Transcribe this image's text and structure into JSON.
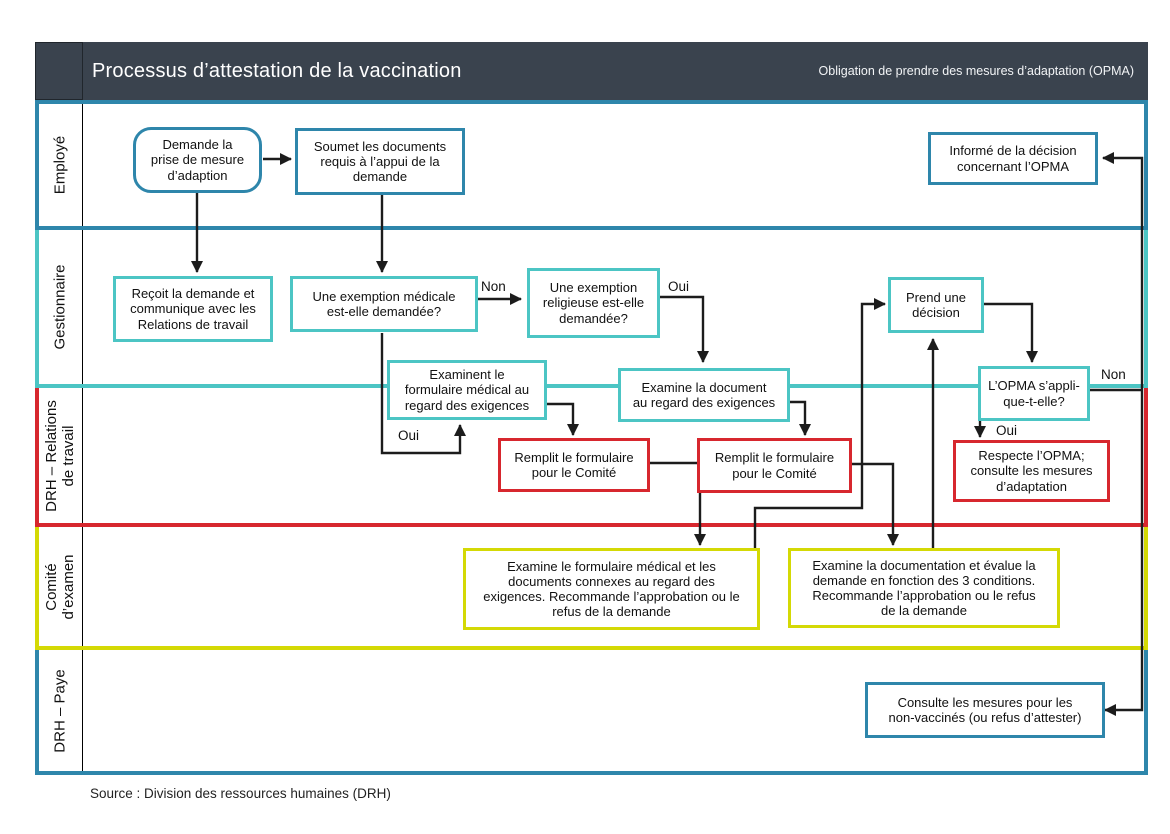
{
  "header": {
    "title": "Processus d’attestation de la vaccination",
    "subtitle": "Obligation de prendre des mesures d’adaptation (OPMA)"
  },
  "lanes": [
    {
      "id": "employe",
      "label": "Employé"
    },
    {
      "id": "gestionnaire",
      "label": "Gestionnaire"
    },
    {
      "id": "drh-relations-travail",
      "label": "DRH – Relations\nde travail"
    },
    {
      "id": "comite-examen",
      "label": "Comité\nd’examen"
    },
    {
      "id": "drh-paye",
      "label": "DRH – Paye"
    }
  ],
  "nodes": [
    {
      "id": "demande",
      "kind": "blue",
      "shape": "rounded",
      "label": "Demande la\nprise de mesure\nd’adaption"
    },
    {
      "id": "soumet",
      "kind": "blue",
      "label": "Soumet les documents\nrequis à l’appui de la\ndemande"
    },
    {
      "id": "informe",
      "kind": "blue",
      "label": "Informé de la décision\nconcernant l’OPMA"
    },
    {
      "id": "recoit",
      "kind": "teal",
      "label": "Reçoit la demande et\ncommunique avec les\nRelations de travail"
    },
    {
      "id": "exmed",
      "kind": "teal",
      "label": "Une exemption médicale\nest-elle demandée?"
    },
    {
      "id": "exrel",
      "kind": "teal",
      "label": "Une exemption\nreligieuse est-elle\ndemandée?"
    },
    {
      "id": "prend",
      "kind": "teal",
      "label": "Prend une\ndécision"
    },
    {
      "id": "examinent",
      "kind": "teal",
      "label": "Examinent le\nformulaire médical au\nregard des exigences"
    },
    {
      "id": "examinedoc",
      "kind": "teal",
      "label": "Examine la document\nau regard des exigences"
    },
    {
      "id": "remplit1",
      "kind": "red",
      "label": "Remplit le formulaire\npour le Comité"
    },
    {
      "id": "remplit2",
      "kind": "red",
      "label": "Remplit le formulaire\npour le Comité"
    },
    {
      "id": "opma",
      "kind": "teal",
      "label": "L’OPMA s’appli-\nque-t-elle?"
    },
    {
      "id": "respecte",
      "kind": "red",
      "label": "Respecte l’OPMA;\nconsulte les mesures\nd’adaptation"
    },
    {
      "id": "comite1",
      "kind": "yellow",
      "label": "Examine le formulaire médical et les\ndocuments connexes au regard des\nexigences. Recommande l’approbation ou le\nrefus de la demande"
    },
    {
      "id": "comite2",
      "kind": "yellow",
      "label": "Examine la documentation et évalue la\ndemande en fonction des 3 conditions.\nRecommande l’approbation ou le refus\nde la demande"
    },
    {
      "id": "consulte",
      "kind": "blue",
      "label": "Consulte les mesures pour les\nnon-vaccinés (ou refus d’attester)"
    }
  ],
  "edge_labels": {
    "non_med": "Non",
    "oui_rel": "Oui",
    "oui_med": "Oui",
    "oui_opma": "Oui",
    "non_opma": "Non"
  },
  "edges": [
    {
      "from": "demande",
      "to": "soumet"
    },
    {
      "from": "demande",
      "to": "recoit"
    },
    {
      "from": "soumet",
      "to": "exmed"
    },
    {
      "from": "exmed",
      "to": "exrel",
      "label": "Non"
    },
    {
      "from": "exmed",
      "to": "examinent",
      "label": "Oui"
    },
    {
      "from": "exrel",
      "to": "examinedoc",
      "label": "Oui"
    },
    {
      "from": "examinent",
      "to": "remplit1"
    },
    {
      "from": "examinedoc",
      "to": "remplit2"
    },
    {
      "from": "remplit1",
      "to": "comite1"
    },
    {
      "from": "remplit2",
      "to": "comite2"
    },
    {
      "from": "comite1",
      "to": "prend"
    },
    {
      "from": "comite2",
      "to": "prend"
    },
    {
      "from": "prend",
      "to": "opma"
    },
    {
      "from": "opma",
      "to": "respecte",
      "label": "Oui"
    },
    {
      "from": "opma",
      "to": "consulte",
      "label": "Non"
    },
    {
      "from": "opma",
      "to": "informe"
    }
  ],
  "footer": {
    "source": "Source : Division des ressources humaines (DRH)"
  },
  "colors": {
    "header_bg": "#3a434e",
    "employe_blue": "#2e86ab",
    "gestionnaire_teal": "#4cc5c4",
    "relations_red": "#d7272e",
    "comite_yellow": "#d4d905",
    "arrow_ink": "#1c1c1c"
  }
}
